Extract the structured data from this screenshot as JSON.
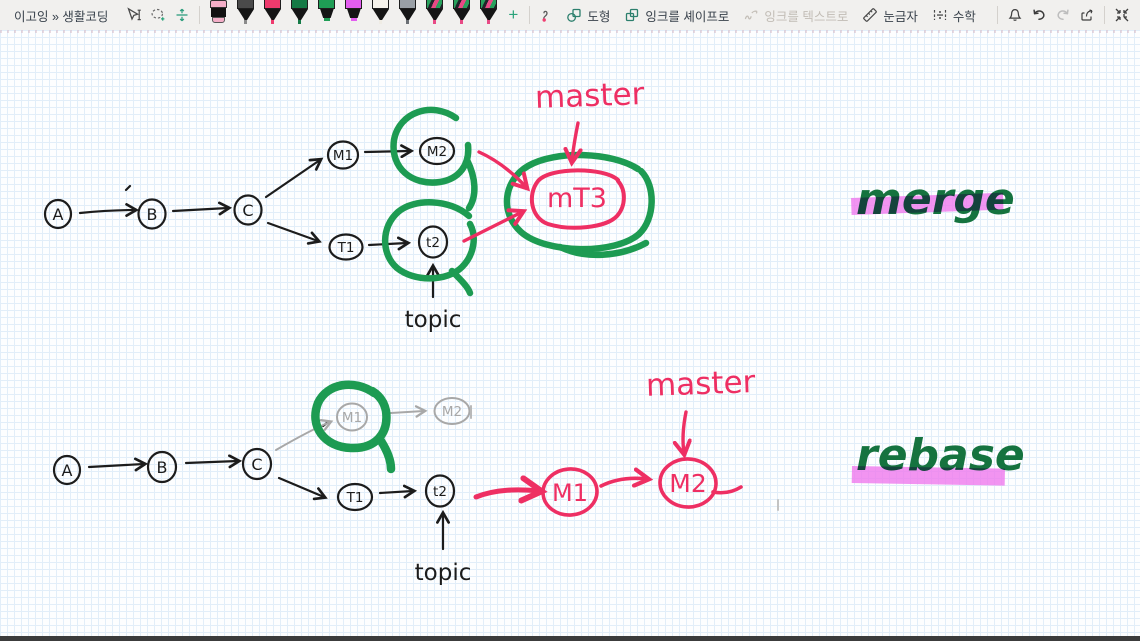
{
  "header": {
    "breadcrumb": "이고잉 » 생활코딩",
    "buttons": {
      "shapes": "도형",
      "ink_to_shape": "잉크를 셰이프로",
      "ink_to_text": "잉크를 텍스트로",
      "ruler": "눈금자",
      "math": "수학",
      "add_pen": "+"
    },
    "pens": [
      {
        "name": "eraser",
        "color": "#f4afc8"
      },
      {
        "name": "black-pen",
        "color": "#1b1b1b"
      },
      {
        "name": "pink-pen",
        "color": "#ee3a6d"
      },
      {
        "name": "green-pen",
        "color": "#157a46"
      },
      {
        "name": "green-highlighter",
        "color": "#1f9d55"
      },
      {
        "name": "magenta-highlighter",
        "color": "#e35df0"
      },
      {
        "name": "white-pen",
        "color": "#f6f3ec"
      },
      {
        "name": "pencil",
        "color": "#9aa0a6"
      },
      {
        "name": "galaxy-pen-1",
        "color": "multi"
      },
      {
        "name": "galaxy-pen-2",
        "color": "multi"
      },
      {
        "name": "galaxy-pen-3",
        "color": "multi"
      }
    ]
  },
  "canvas": {
    "colors": {
      "ink_black": "#1c1c1c",
      "ink_pink": "#ee2f63",
      "ink_green": "#1d9b52",
      "ink_gray": "#a8a8a8",
      "highlighter": "#ef79ee"
    },
    "merge": {
      "nodes": {
        "a": "A",
        "b": "B",
        "c": "C",
        "m1": "M1",
        "m2": "M2",
        "t1": "T1",
        "t2": "t2",
        "result": "mT3"
      },
      "master_label": "master",
      "topic_label": "topic",
      "title": "merge"
    },
    "rebase": {
      "nodes": {
        "a": "A",
        "b": "B",
        "c": "C",
        "m1_old": "M1",
        "m2_old": "M2",
        "t1": "T1",
        "t2": "t2",
        "m1_new": "M1",
        "m2_new": "M2"
      },
      "master_label": "master",
      "topic_label": "topic",
      "title": "rebase"
    }
  }
}
